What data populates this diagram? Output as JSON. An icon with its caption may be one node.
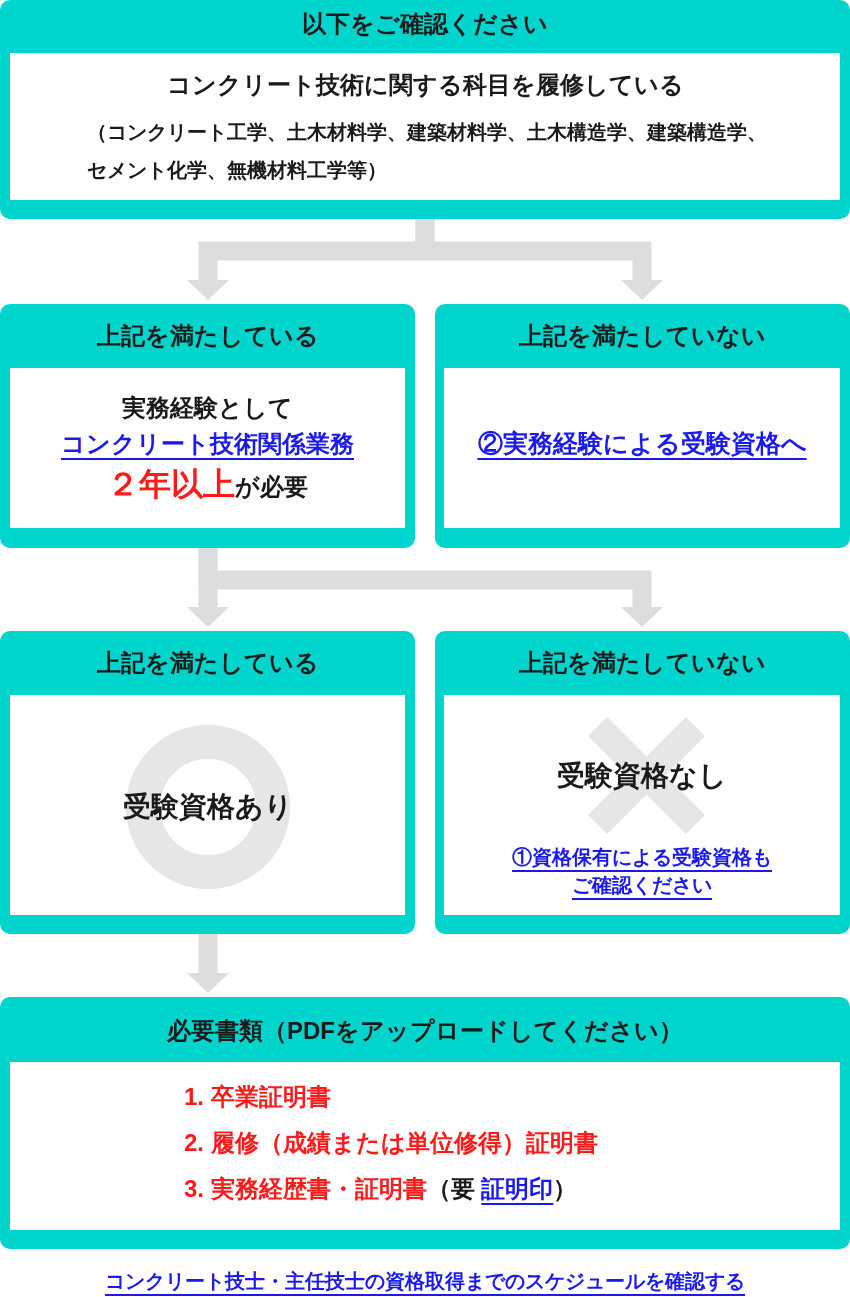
{
  "diagram": {
    "nodes": [
      {
        "text": [
          "以下をご確認ください",
          "コンクリート技術に関する科目を履修している",
          "（コンクリート工学、土木材料学、建築材料学、土木構造学、建築構造学、セメント化学、無機材料工学等）"
        ]
      },
      {
        "text": [
          "上記を満たしている",
          "実務経験として",
          "コンクリート技術関係業務",
          "**２年以上**が必要"
        ]
      },
      {
        "text": [
          "上記を満たしていない",
          "②実務経験による受験資格へ"
        ]
      },
      {
        "text": [
          "上記を満たしている",
          "受験資格あり"
        ]
      },
      {
        "text": [
          "上記を満たしていない",
          "受験資格なし",
          "①資格保有による受験資格もご確認ください"
        ]
      },
      {
        "text": [
          "必要書類（PDFをアップロードしてください）",
          "1. 卒業証明書",
          "2. 履修（成績または単位修得）証明書",
          "3. 実務経歴書・証明書",
          "（要 *証明印*）"
        ]
      }
    ],
    "edges": [
      {
        "from": 0,
        "to": 1,
        "arrow": "to"
      },
      {
        "from": 0,
        "to": 2,
        "arrow": "to"
      },
      {
        "from": 1,
        "to": 3,
        "arrow": "to"
      },
      {
        "from": 1,
        "to": 4,
        "arrow": "to"
      },
      {
        "from": 3,
        "to": 5,
        "arrow": "to"
      }
    ],
    "labels": [
      "コンクリート技士・主任技士の資格取得までのスケジュールを確認する"
    ]
  }
}
